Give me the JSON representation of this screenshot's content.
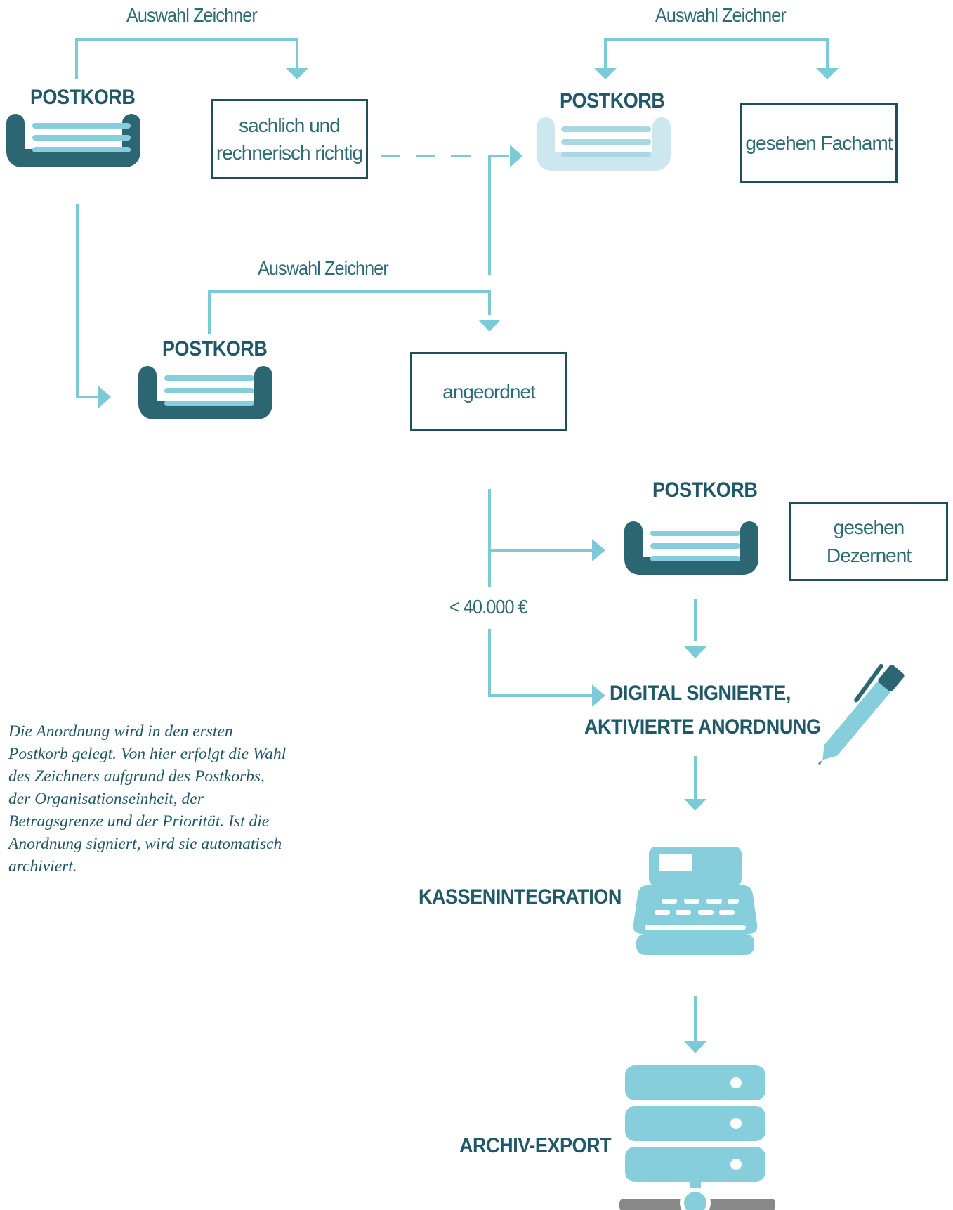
{
  "labels": {
    "auswahl_1": "Auswahl Zeichner",
    "auswahl_2": "Auswahl Zeichner",
    "auswahl_3": "Auswahl Zeichner",
    "threshold": "< 40.000 €"
  },
  "postkorb": {
    "p1": "POSTKORB",
    "p2": "POSTKORB",
    "p3": "POSTKORB",
    "p4": "POSTKORB"
  },
  "boxes": {
    "sachlich": "sachlich und rechnerisch richtig",
    "fachamt": "gesehen Fachamt",
    "angeordnet": "angeordnet",
    "dezernent": "gesehen Dezernent"
  },
  "steps": {
    "signed_line1": "DIGITAL SIGNIERTE,",
    "signed_line2": "AKTIVIERTE ANORDNUNG",
    "kasse": "KASSENINTEGRATION",
    "archiv": "ARCHIV-EXPORT"
  },
  "description": "Die Anordnung wird in den ersten Postkorb gelegt. Von hier erfolgt die Wahl des Zeichners aufgrund des Postkorbs, der Organisationseinheit, der Betragsgrenze und der Priorität. Ist die Anordnung signiert, wird sie automatisch archiviert.",
  "colors": {
    "line": "#7ccad8",
    "dark_teal": "#2d6673",
    "light_teal": "#86cedb",
    "faded_tray": "#cce7ee",
    "faded_lines": "#a9d7e2",
    "text": "#1f5866",
    "box_border": "#1f4f5c",
    "grey": "#888888"
  },
  "icons": {
    "tray": "inbox-tray-icon",
    "pen": "pen-icon",
    "register": "cash-register-icon",
    "server": "server-icon"
  }
}
